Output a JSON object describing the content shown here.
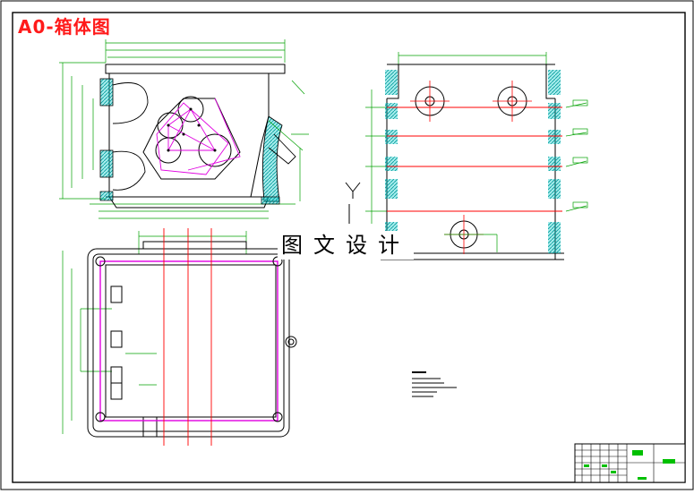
{
  "drawing": {
    "title": "A0-箱体图",
    "watermark": "图文设计",
    "colors": {
      "outline": "#000000",
      "hidden": "#ff0000",
      "dimension": "#00a000",
      "hatch": "#00c8c8",
      "magenta": "#e000e0",
      "title_label": "#ff1a1a"
    },
    "views": [
      {
        "name": "front-view"
      },
      {
        "name": "side-section-view"
      },
      {
        "name": "top-view"
      }
    ],
    "notes": {
      "heading": "技术要求"
    },
    "title_block": {
      "present": true
    }
  }
}
